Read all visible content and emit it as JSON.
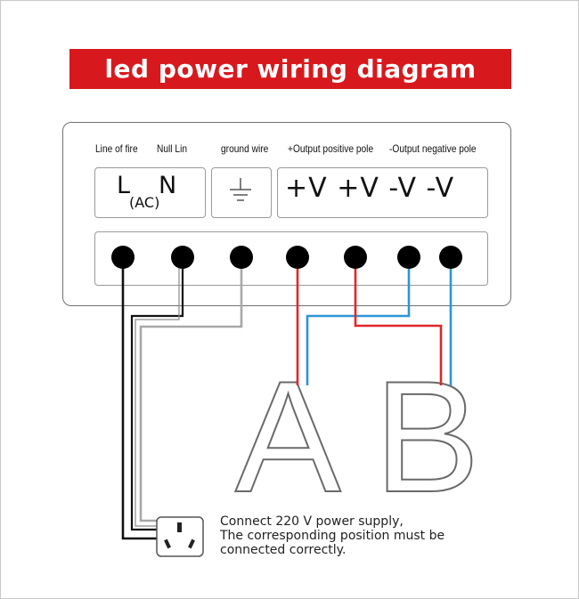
{
  "title": "led  power wiring diagram",
  "colors": {
    "banner": "#d7191e",
    "live_wire": "#111111",
    "neutral_wire": "#333333",
    "ground_wire": "#a8a8a8",
    "positive_wire": "#e0262b",
    "negative_wire": "#2e94d8"
  },
  "terminal_labels": {
    "line": "Line of fire",
    "null": "Null Lin",
    "ground": "ground wire",
    "positive": "+Output positive pole",
    "negative": "-Output negative pole"
  },
  "ac_block": {
    "l": "L",
    "n": "N",
    "sub": "(AC)"
  },
  "ground_icon": "ground-symbol-icon",
  "output_text": "+V +V -V -V",
  "terminals": [
    "L",
    "N",
    "ground",
    "+V",
    "+V",
    "-V",
    "-V"
  ],
  "loads": {
    "a": "A",
    "b": "B"
  },
  "socket_icon": "power-outlet-icon",
  "note": {
    "line1": "Connect 220 V power supply,",
    "line2": "The corresponding position must be",
    "line3": "connected correctly."
  }
}
